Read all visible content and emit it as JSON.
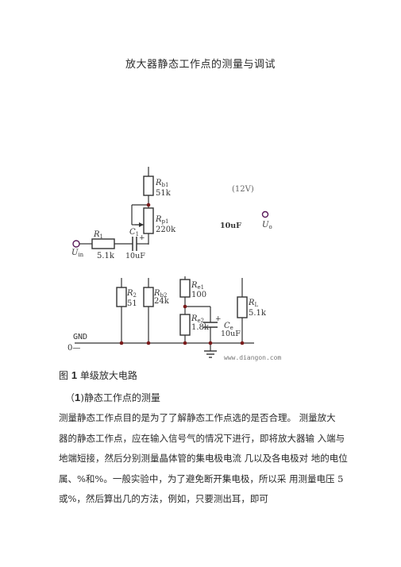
{
  "title": "放大器静态工作点的测量与调试",
  "circuit": {
    "rb1_label": "R",
    "rb1_sub": "b1",
    "rb1_value": "51k",
    "rp1_label": "R",
    "rp1_sub": "p1",
    "rp1_value": "220k",
    "supply": "(12V)",
    "c2_value": "10uF",
    "uo_label": "U",
    "uo_sub": "o",
    "r1_label": "R",
    "r1_sub": "1",
    "r1_value": "5.1k",
    "c1_label": "C",
    "c1_sub": "1",
    "c1_plus": "+",
    "c1_value": "10uF",
    "ui_label": "U",
    "ui_sub": "in",
    "r2_label": "R",
    "r2_sub": "2",
    "r2_value": "51",
    "rb2_label": "R",
    "rb2_sub": "b2",
    "rb2_value": "24k",
    "re1_label": "R",
    "re1_sub": "e1",
    "re1_value": "100",
    "re2_label": "R",
    "re2_sub": "e2",
    "re2_value": "1.8k",
    "ce_label": "C",
    "ce_sub": "e",
    "ce_plus": "+",
    "ce_value": "10uF",
    "rl_label": "R",
    "rl_sub": "L",
    "rl_value": "5.1k",
    "gnd_label": "GND",
    "gnd_terminal": "0—",
    "watermark": "www.diangon.com"
  },
  "caption": {
    "prefix": "图",
    "number": "1",
    "text": "单级放大电路"
  },
  "section": {
    "open": "（",
    "number": "1",
    "text": ")静态工作点的测量"
  },
  "paragraph": [
    "测量静态工作点目的是为了了解静态工作点选的是否合理。    测量放大",
    "器的静态工作点，应在输入信号气的情况下进行，即将放大器输  入端与",
    "地端短接，然后分别测量晶体管的集电极电流  几以及各电极对  地的电位",
    "属、%和%。一般实验中，为了避免断开集电极，所以采  用测量电压 5",
    "或%，然后算出几的方法，例如，只要测出耳，即可"
  ]
}
